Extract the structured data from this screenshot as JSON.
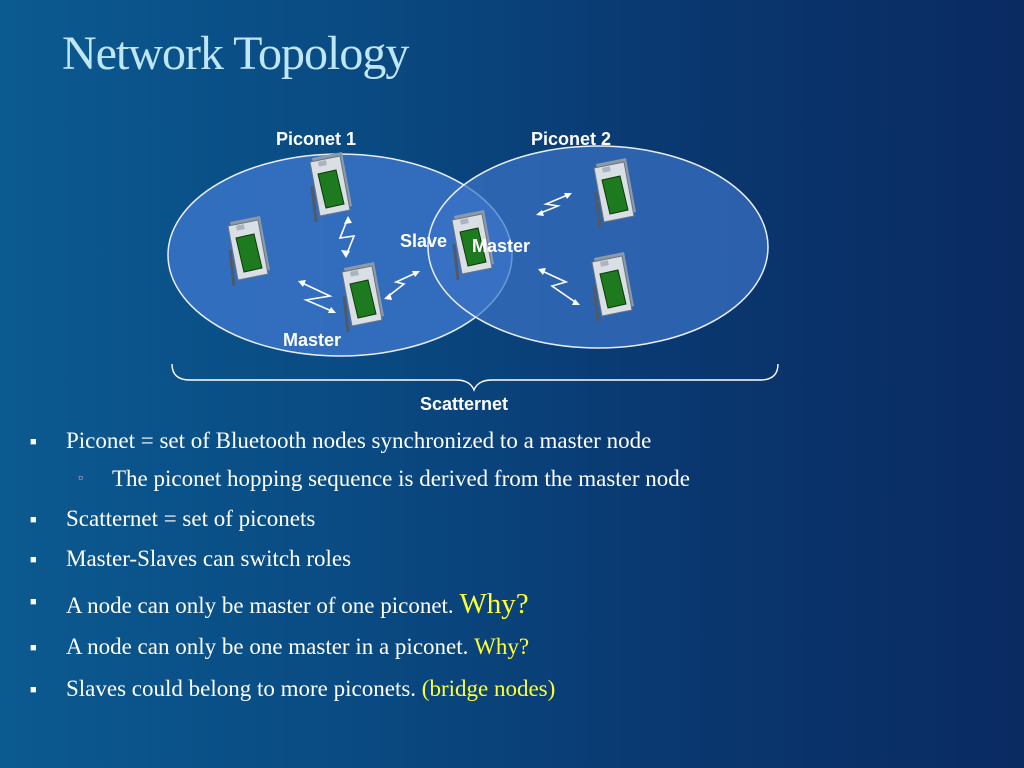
{
  "slide": {
    "title": "Network Topology"
  },
  "diagram": {
    "labels": {
      "piconet1": "Piconet 1",
      "piconet2": "Piconet 2",
      "slave": "Slave",
      "master_right": "Master",
      "master_left": "Master",
      "scatternet": "Scatternet"
    },
    "icon": "bluetooth-device-icon"
  },
  "bullets": {
    "b1": "Piconet = set of Bluetooth nodes synchronized to a master node",
    "b1_sub": "The piconet hopping sequence is derived from the master node",
    "b2": "Scatternet = set of piconets",
    "b3": "Master-Slaves can switch roles",
    "b4_text": "A node can only be master of one piconet.",
    "b4_accent": "Why?",
    "b5_text": "A node can only be one master in a piconet.",
    "b5_accent": "Why?",
    "b6_text": "Slaves could belong to more piconets.",
    "b6_accent": "(bridge nodes)"
  },
  "colors": {
    "title": "#bfe6f5",
    "accent": "#ffff33",
    "device_screen": "#1e7a1e"
  }
}
